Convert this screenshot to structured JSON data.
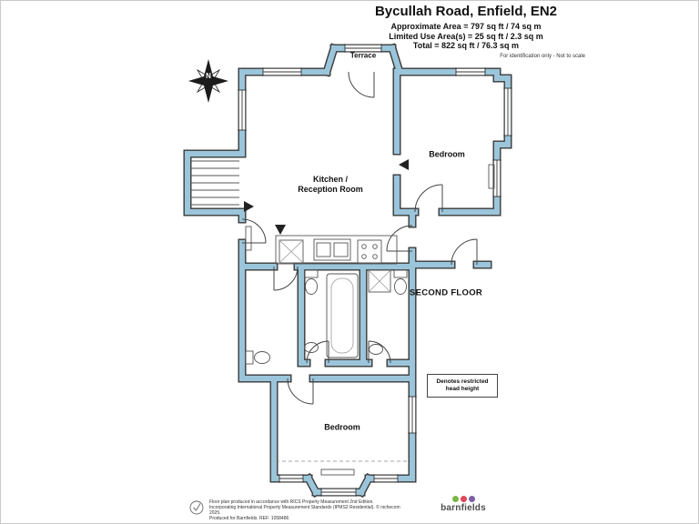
{
  "header": {
    "title": "Bycullah Road, Enfield, EN2",
    "area_line1": "Approximate Area = 797 sq ft / 74 sq m",
    "area_line2": "Limited Use Area(s) = 25 sq ft / 2.3 sq m",
    "area_line3": "Total = 822 sq ft / 76.3 sq m",
    "disclaimer": "For identification only - Not to scale"
  },
  "plan": {
    "labels": {
      "terrace": "Terrace",
      "bedroom_top": "Bedroom",
      "kitchen_line1": "Kitchen /",
      "kitchen_line2": "Reception Room",
      "floor_label": "SECOND FLOOR",
      "bedroom_bottom": "Bedroom",
      "compass_north": "N"
    },
    "legend": {
      "line1": "Denotes restricted",
      "line2": "head height"
    },
    "colors": {
      "wall_fill": "#9bc5da",
      "wall_outline": "#3a3a3a"
    }
  },
  "footer": {
    "line1": "Floor plan produced in accordance with RICS Property Measurement 2nd Edition.",
    "line2": "Incorporating International Property Measurement Standards (IPMS2 Residential). © nichecom 2025.",
    "line3": "Produced for Barnfields.   REF: 1058486",
    "brand_name": "barnfields",
    "brand_dot_colors": [
      "#7ab648",
      "#e0485a",
      "#7d5fa7"
    ]
  }
}
